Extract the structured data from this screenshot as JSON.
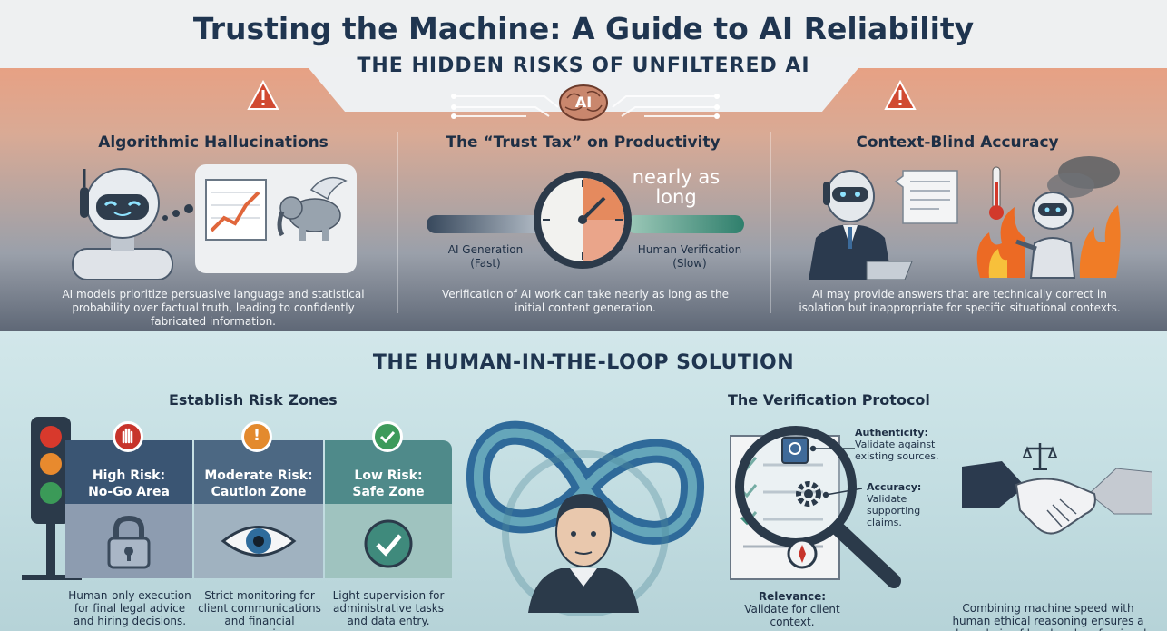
{
  "title": "Trusting the Machine: A Guide to AI Reliability",
  "section1": {
    "heading": "THE HIDDEN RISKS OF UNFILTERED AI",
    "brain_label": "AI",
    "columns": [
      {
        "title": "Algorithmic Hallucinations",
        "description": "AI models prioritize persuasive language and statistical probability over factual truth, leading to confidently fabricated information."
      },
      {
        "title": "The “Trust Tax” on Productivity",
        "description": "Verification of AI work can take nearly as long as the initial content generation.",
        "gauge_caption": "nearly as long",
        "left_bar": {
          "label": "AI Generation",
          "speed": "(Fast)"
        },
        "right_bar": {
          "label": "Human Verification",
          "speed": "(Slow)"
        }
      },
      {
        "title": "Context-Blind Accuracy",
        "description": "AI may provide answers that are technically correct in isolation but inappropriate for specific situational contexts."
      }
    ]
  },
  "section2": {
    "heading": "THE HUMAN-IN-THE-LOOP SOLUTION",
    "risk_zones": {
      "heading": "Establish Risk Zones",
      "zones": [
        {
          "line1": "High Risk:",
          "line2": "No-Go Area",
          "description": "Human-only execution for final legal advice and hiring decisions.",
          "color": "#3a5573"
        },
        {
          "line1": "Moderate Risk:",
          "line2": "Caution Zone",
          "description": "Strict monitoring for client communications and financial summaries.",
          "color": "#4c6883"
        },
        {
          "line1": "Low Risk:",
          "line2": "Safe Zone",
          "description": "Light supervision for administrative tasks and data entry.",
          "color": "#4f8a8a"
        }
      ]
    },
    "protocol": {
      "heading": "The Verification Protocol",
      "items": [
        {
          "label": "Authenticity:",
          "text": "Validate against existing sources."
        },
        {
          "label": "Accuracy:",
          "text": "Validate supporting claims."
        },
        {
          "label": "Relevance:",
          "text": "Validate for client context."
        }
      ]
    },
    "closing": "Combining machine speed with human ethical reasoning ensures a clear chain of legal and professional responsibility."
  },
  "colors": {
    "navy": "#1f3550",
    "teal": "#4f8a8a",
    "danger": "#c0342c",
    "warning": "#e0872b",
    "safe": "#3d9a5b"
  }
}
